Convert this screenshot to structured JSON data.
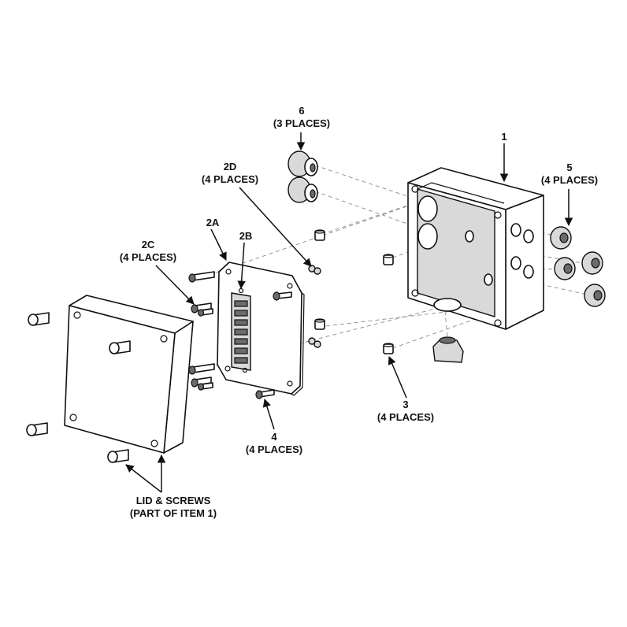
{
  "callouts": {
    "item1": {
      "l1": "1",
      "l2": ""
    },
    "item2a": {
      "l1": "2A",
      "l2": ""
    },
    "item2b": {
      "l1": "2B",
      "l2": ""
    },
    "item2c": {
      "l1": "2C",
      "l2": "(4 PLACES)"
    },
    "item2d": {
      "l1": "2D",
      "l2": "(4 PLACES)"
    },
    "item3": {
      "l1": "3",
      "l2": "(4 PLACES)"
    },
    "item4": {
      "l1": "4",
      "l2": "(4 PLACES)"
    },
    "item5": {
      "l1": "5",
      "l2": "(4 PLACES)"
    },
    "item6": {
      "l1": "6",
      "l2": "(3 PLACES)"
    },
    "lid": {
      "l1": "LID & SCREWS",
      "l2": "(PART OF ITEM 1)"
    }
  }
}
